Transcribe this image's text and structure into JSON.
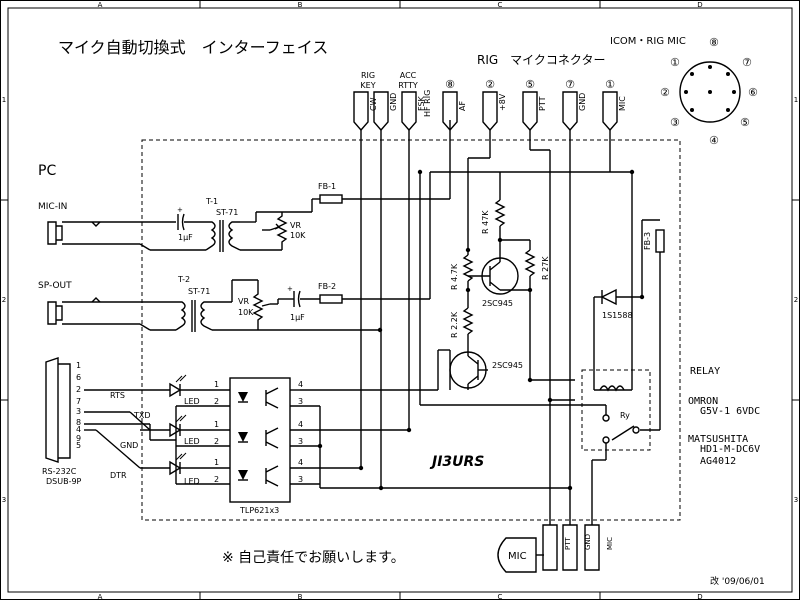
{
  "border": {
    "cols": [
      "A",
      "B",
      "C",
      "D"
    ],
    "rows": [
      "1",
      "2",
      "3"
    ]
  },
  "title": "マイク自動切換式　インターフェイス",
  "pc_label": "PC",
  "mic_in_label": "MIC-IN",
  "sp_out_label": "SP-OUT",
  "rs232": {
    "label1": "RS-232C",
    "label2": "DSUB-9P",
    "pins": [
      "1",
      "6",
      "2",
      "7",
      "3",
      "8",
      "4",
      "9",
      "5"
    ],
    "rts": "RTS",
    "txd": "TXD",
    "gnd": "GND",
    "dtr": "DTR"
  },
  "t1": {
    "name": "T-1",
    "type": "ST-71"
  },
  "t2": {
    "name": "T-2",
    "type": "ST-71"
  },
  "cap1": "1μF",
  "cap2": "1μF",
  "vr1": {
    "name": "VR",
    "value": "10K"
  },
  "vr2": {
    "name": "VR",
    "value": "10K"
  },
  "fb1": "FB-1",
  "fb2": "FB-2",
  "fb3": "FB-3",
  "led": "LED",
  "opto_label": "TLP621x3",
  "opto_pins": {
    "p1": "1",
    "p2": "2",
    "p3": "3",
    "p4": "4"
  },
  "rig_heading": "RIG　マイクコネクター",
  "rig_key": {
    "l1": "RIG",
    "l2": "KEY"
  },
  "acc_rtty": {
    "l1": "ACC",
    "l2": "RTTY"
  },
  "hf_rig": "HF RIG",
  "connector_pins": [
    "⑧",
    "②",
    "⑤",
    "⑦",
    "①"
  ],
  "tabs": [
    "CW",
    "GND",
    "FSK",
    "AF",
    "+8V",
    "PTT",
    "GND",
    "MIC"
  ],
  "icom_label": "ICOM・RIG MIC",
  "icom_pins": [
    "①",
    "②",
    "③",
    "④",
    "⑤",
    "⑥",
    "⑦",
    "⑧"
  ],
  "r1": "R 47K",
  "r2": "R 4.7K",
  "r3": "R 2.2K",
  "r4": "R 27K",
  "q1": "2SC945",
  "q2": "2SC945",
  "diode": "1S1588",
  "ry": "Ry",
  "relay_info": [
    "RELAY",
    "OMRON",
    "G5V-1 6VDC",
    "MATSUSHITA",
    "HD1-M-DC6V",
    "AG4012"
  ],
  "callsign": "JI3URS",
  "disclaimer": "※ 自己責任でお願いします。",
  "mic_box": "MIC",
  "bottom_tabs": [
    "PTT",
    "GND",
    "MIC"
  ],
  "revision": "改 '09/06/01"
}
